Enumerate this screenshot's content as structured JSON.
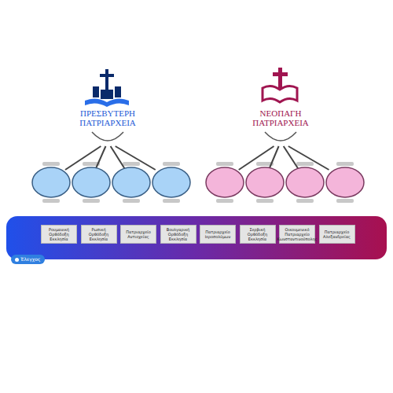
{
  "diagram": {
    "nodes": [
      {
        "text": [
          "ΠΡΕΣΒΥΤΕΡΗ ΠΑΤΡΙΑΡΧΕΙΑ"
        ]
      },
      {
        "text": [
          "ΝΕΟΠΑΓΗ ΠΑΤΡΙΑΡΧΕΙΑ"
        ]
      },
      {
        "text": []
      },
      {
        "text": []
      },
      {
        "text": []
      },
      {
        "text": []
      },
      {
        "text": []
      },
      {
        "text": []
      },
      {
        "text": []
      },
      {
        "text": []
      },
      {
        "text": [
          "Ρουμανική Ορθόδοξη Εκκλησία"
        ]
      },
      {
        "text": [
          "Ρωσική Ορθόδοξη Εκκλησία"
        ]
      },
      {
        "text": [
          "Πατριαρχείο Αντιοχείας"
        ]
      },
      {
        "text": [
          "Βουλγαρική Ορθόδοξη Εκκλησία"
        ]
      },
      {
        "text": [
          "Πατριαρχείο Ιεροσολύμων"
        ]
      },
      {
        "text": [
          "Σερβική Ορθόδοξη Εκκλησία"
        ]
      },
      {
        "text": [
          "Οικουμενικό Πατριαρχείο Κωνσταντινούπολης"
        ]
      },
      {
        "text": [
          "Πατριαρχείο Αλεξανδρείας"
        ]
      },
      {
        "text": [
          "Έλεγχος"
        ]
      }
    ],
    "edges": [
      {
        "from": 0,
        "to": 2,
        "arrow": "none"
      },
      {
        "from": 0,
        "to": 3,
        "arrow": "none"
      },
      {
        "from": 0,
        "to": 4,
        "arrow": "none"
      },
      {
        "from": 0,
        "to": 5,
        "arrow": "none"
      },
      {
        "from": 1,
        "to": 6,
        "arrow": "none"
      },
      {
        "from": 1,
        "to": 7,
        "arrow": "none"
      },
      {
        "from": 1,
        "to": 8,
        "arrow": "none"
      },
      {
        "from": 1,
        "to": 9,
        "arrow": "none"
      }
    ]
  }
}
